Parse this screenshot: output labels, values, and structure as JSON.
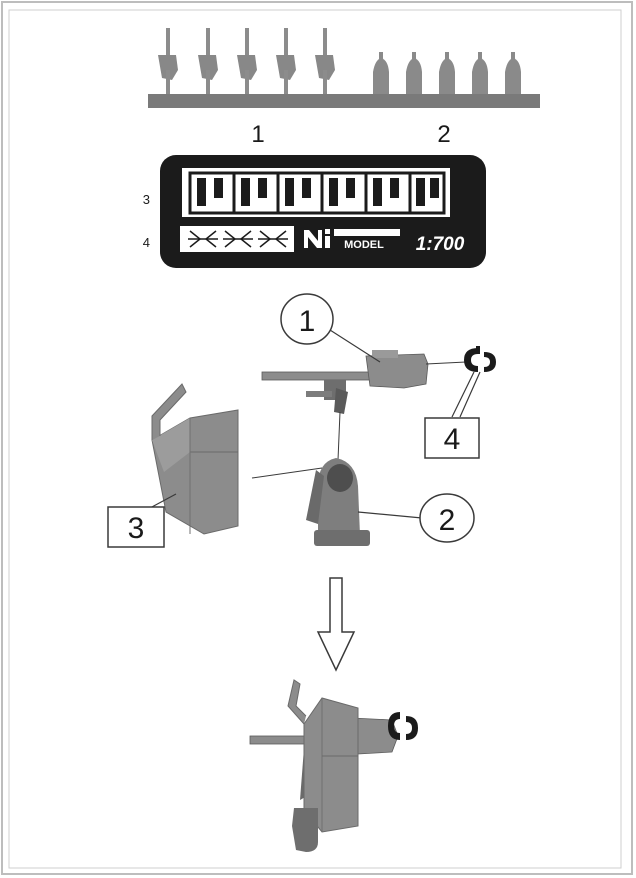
{
  "sprue": {
    "label_1": "1",
    "label_2": "2"
  },
  "etch_fret": {
    "row_label_3": "3",
    "row_label_4": "4",
    "logo_text": "MODEL",
    "scale_text": "1:700"
  },
  "exploded_view": {
    "callout_1": "1",
    "callout_2": "2",
    "callout_3": "3",
    "callout_4": "4"
  },
  "colors": {
    "frame": "#bdbdbd",
    "dark_metal": "#1b1b1b",
    "part_grey": "#8c8c8c",
    "part_grey_dark": "#6e6e6e",
    "part_grey_light": "#b4b4b4"
  },
  "icons": {
    "assembly_arrow": "down-arrow-icon"
  }
}
